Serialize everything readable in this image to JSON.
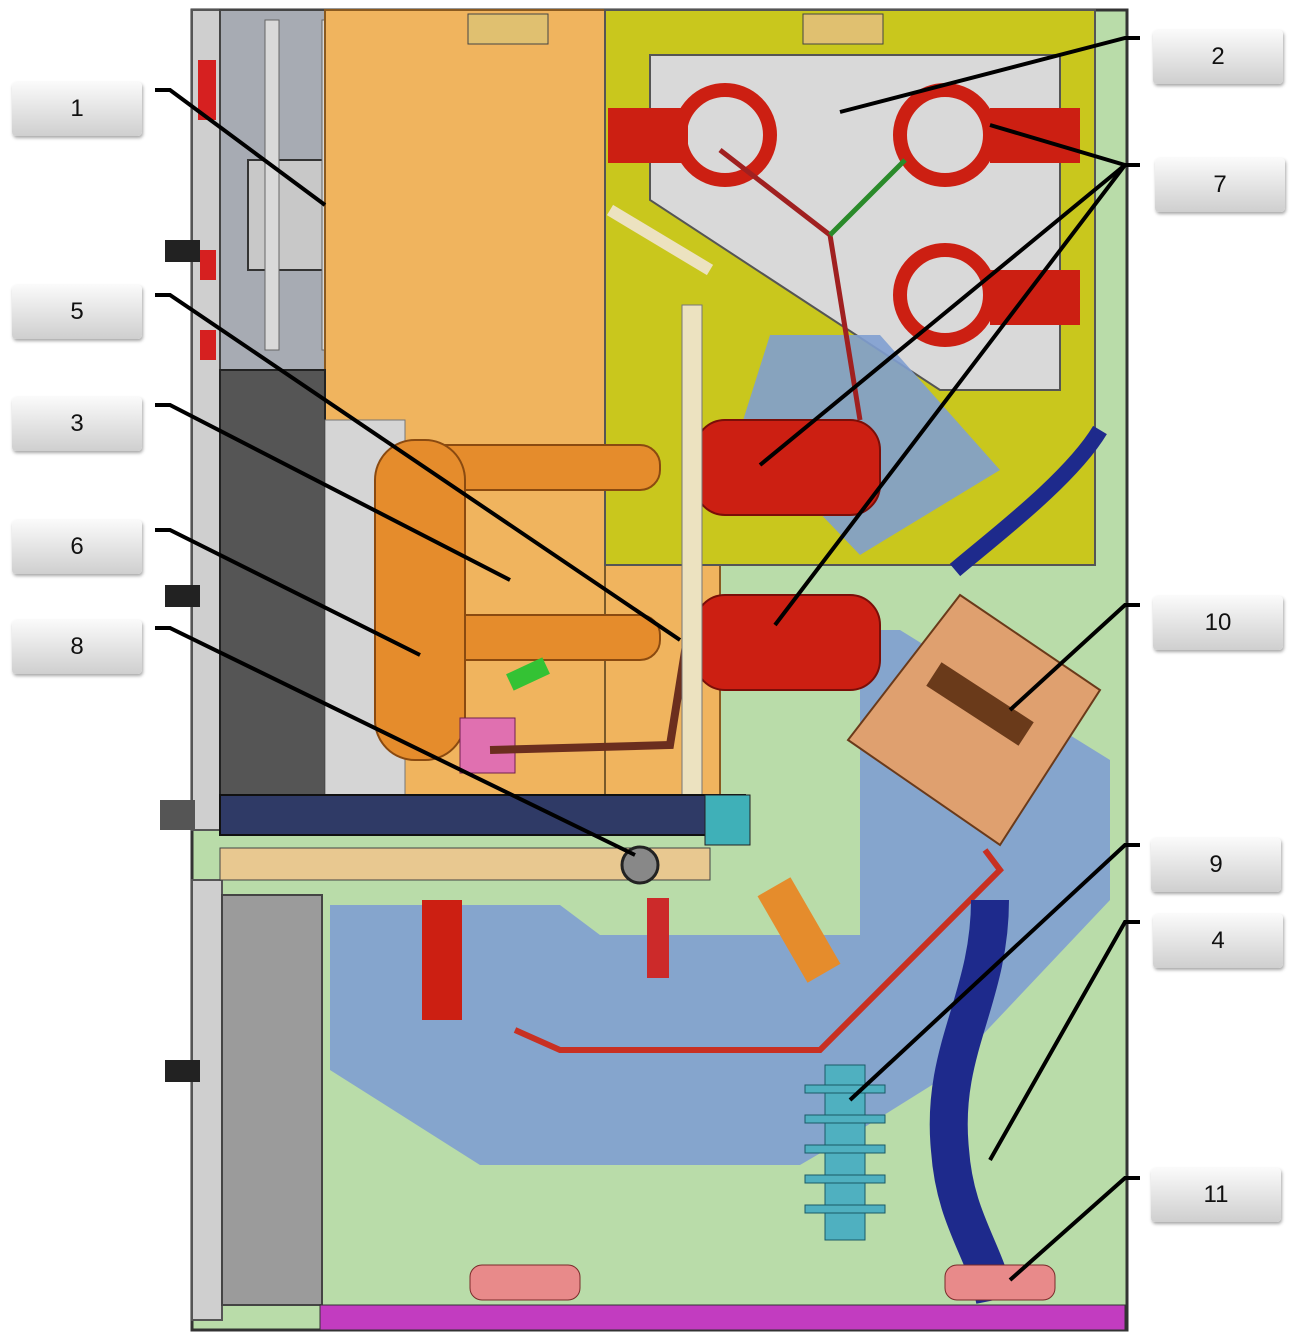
{
  "callouts": [
    {
      "id": "c1",
      "label": "1"
    },
    {
      "id": "c2",
      "label": "2"
    },
    {
      "id": "c3",
      "label": "3"
    },
    {
      "id": "c4",
      "label": "4"
    },
    {
      "id": "c5",
      "label": "5"
    },
    {
      "id": "c6",
      "label": "6"
    },
    {
      "id": "c7",
      "label": "7"
    },
    {
      "id": "c8",
      "label": "8"
    },
    {
      "id": "c9",
      "label": "9"
    },
    {
      "id": "c10",
      "label": "10"
    },
    {
      "id": "c11",
      "label": "11"
    }
  ],
  "colors": {
    "lower_compartment": "#b9dca9",
    "busbar_plate": "#c9c71d",
    "mounting_plate": "#d9d9d9",
    "breaker_compartment": "#f0b45e",
    "insulating_barrier": "#7f9fd0",
    "current_transformer": "#cc1f12",
    "vacuum_interrupter": "#e58c2c",
    "cable": "#1e2a8c",
    "surge_arrester": "#4fb0c0",
    "frame": "#2f3a66",
    "left_panel": "#b8b8b8",
    "low_voltage_box": "#9b9b9b",
    "voltage_transformer": "#dfa06f"
  }
}
